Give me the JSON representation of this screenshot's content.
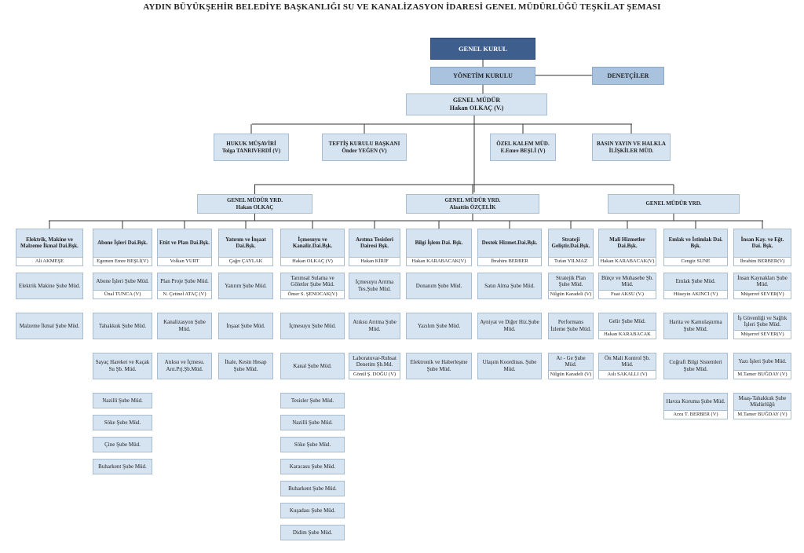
{
  "title": "AYDIN BÜYÜKŞEHİR BELEDİYE BAŞKANLIĞI SU VE KANALİZASYON İDARESİ GENEL MÜDÜRLÜĞÜ TEŞKİLAT ŞEMASI",
  "colors": {
    "dark": "#3e5f8e",
    "mid": "#a9c3df",
    "light": "#d6e3f0",
    "line": "#333333"
  },
  "top": {
    "genel_kurul": "GENEL KURUL",
    "yonetim_kurulu": "YÖNETİM KURULU",
    "denetciler": "DENETÇİLER",
    "genel_mudur": {
      "title": "GENEL MÜDÜR",
      "person": "Hakan OLKAÇ (V.)"
    }
  },
  "advisors": [
    {
      "title": "HUKUK MÜŞAVİRİ",
      "person": "Tolga TANRIVERDİ (V)"
    },
    {
      "title": "TEFTİŞ KURULU BAŞKANI",
      "person": "Önder YEĞEN (V)"
    },
    {
      "title": "ÖZEL KALEM MÜD.",
      "person": "E.Emre BEŞLİ (V)"
    },
    {
      "title": "BASIN YAYIN VE HALKLA İLİŞKİLER MÜD.",
      "person": ""
    }
  ],
  "deputies": [
    {
      "title": "GENEL MÜDÜR YRD.",
      "person": "Hakan OLKAÇ"
    },
    {
      "title": "GENEL MÜDÜR YRD.",
      "person": "Alaattin ÖZÇELİK"
    },
    {
      "title": "GENEL MÜDÜR YRD.",
      "person": ""
    }
  ],
  "departments": [
    {
      "title": "Elektrik, Makine ve Malzeme İkmal Dai.Bşk.",
      "person": "Ali AKMEŞE",
      "units": [
        {
          "title": "Elektrik Makine Şube Müd.",
          "person": ""
        },
        {
          "title": "Malzeme İkmal Şube Müd.",
          "person": ""
        }
      ]
    },
    {
      "title": "Abone İşleri Dai.Bşk.",
      "person": "Egemen Emre BEŞLİ(V)",
      "units": [
        {
          "title": "Abone İşleri Şube Müd.",
          "person": "Ünal TUNCA (V)"
        },
        {
          "title": "Tahakkuk Şube Müd.",
          "person": ""
        },
        {
          "title": "Sayaç Hareket ve Kaçak Su Şb. Müd.",
          "person": ""
        },
        {
          "title": "Nazilli Şube Müd.",
          "person": ""
        },
        {
          "title": "Söke Şube Müd.",
          "person": ""
        },
        {
          "title": "Çine Şube Müd.",
          "person": ""
        },
        {
          "title": "Buharkent Şube Müd.",
          "person": ""
        }
      ]
    },
    {
      "title": "Etüt ve Plan Dai.Bşk.",
      "person": "Volkan YURT",
      "units": [
        {
          "title": "Plan Proje Şube Müd.",
          "person": "N. Çetinel ATAÇ (V)"
        },
        {
          "title": "Kanalizasyon Şube Müd.",
          "person": ""
        },
        {
          "title": "Atıksu ve İçmesu. Arıt.Prj.Şb.Müd.",
          "person": ""
        }
      ]
    },
    {
      "title": "Yatırım ve İnşaat Dai.Bşk.",
      "person": "Çağrı ÇAYLAK",
      "units": [
        {
          "title": "Yatırım Şube Müd.",
          "person": ""
        },
        {
          "title": "İnşaat Şube Müd.",
          "person": ""
        },
        {
          "title": "İhale, Kesin Hesap Şube Müd.",
          "person": ""
        }
      ]
    },
    {
      "title": "İçmesuyu ve Kanaliz.Dai.Bşk.",
      "person": "Hakan OLKAÇ (V)",
      "units": [
        {
          "title": "Tarımsal Sulama ve Göletler Şube Müd.",
          "person": "Ömer S. ŞENOCAK(V)"
        },
        {
          "title": "İçmesuyu Şube Müd.",
          "person": ""
        },
        {
          "title": "Kanal Şube Müd.",
          "person": ""
        },
        {
          "title": "Tesisler Şube Müd.",
          "person": ""
        },
        {
          "title": "Nazilli Şube Müd.",
          "person": ""
        },
        {
          "title": "Söke Şube Müd.",
          "person": ""
        },
        {
          "title": "Karacasu Şube Müd.",
          "person": ""
        },
        {
          "title": "Buharkent Şube Müd.",
          "person": ""
        },
        {
          "title": "Kuşadası Şube Müd.",
          "person": ""
        },
        {
          "title": "Didim Şube Müd.",
          "person": ""
        }
      ]
    },
    {
      "title": "Arıtma Tesisleri Dairesi Bşk.",
      "person": "Hakan KİRİF",
      "units": [
        {
          "title": "İçmesuyu Arıtma Tes.Şube Müd.",
          "person": ""
        },
        {
          "title": "Atıksu Arıtma Şube Müd.",
          "person": ""
        },
        {
          "title": "Laboratuvar-Ruhsat Denetim Şb.Md.",
          "person": "Gönül Ş. DOĞU (V)"
        }
      ]
    },
    {
      "title": "Bilgi İşlem Dai. Bşk.",
      "person": "Hakan KARABACAK(V)",
      "units": [
        {
          "title": "Donanım Şube Müd.",
          "person": ""
        },
        {
          "title": "Yazılım Şube Müd.",
          "person": ""
        },
        {
          "title": "Elektronik ve Haberleşme Şube Müd.",
          "person": ""
        }
      ]
    },
    {
      "title": "Destek Hizmet.Dai.Bşk.",
      "person": "İbrahim BERBER",
      "units": [
        {
          "title": "Satın Alma Şube Müd.",
          "person": ""
        },
        {
          "title": "Ayniyat ve Diğer Hiz.Şube Müd.",
          "person": ""
        },
        {
          "title": "Ulaşım Koordinas. Şube Müd.",
          "person": ""
        }
      ]
    },
    {
      "title": "Strateji Geliştir.Dai.Bşk.",
      "person": "Tufan YILMAZ",
      "units": [
        {
          "title": "Stratejik Plan Şube Müd.",
          "person": "Nilgün Karadeli (V)"
        },
        {
          "title": "Performans İzleme Şube Müd.",
          "person": ""
        },
        {
          "title": "Ar - Ge Şube Müd.",
          "person": "Nilgün Karadeli (V)"
        }
      ]
    },
    {
      "title": "Mali Hizmetler Dai.Bşk.",
      "person": "Hakan KARABACAK(V)",
      "units": [
        {
          "title": "Bütçe ve Muhasebe Şb. Müd.",
          "person": "Fuat AKSU (V.)"
        },
        {
          "title": "Gelir Şube Müd.",
          "person": "Hakan KARABACAK"
        },
        {
          "title": "Ön Mali Kontrol Şb. Müd.",
          "person": "Aslı SAKALLI (V)"
        }
      ]
    },
    {
      "title": "Emlak ve İstimlak Dai. Bşk.",
      "person": "Cengiz SUNE",
      "units": [
        {
          "title": "Emlak Şube Müd.",
          "person": "Hüseyin AKINCI (V)"
        },
        {
          "title": "Harita ve Kamulaştırma Şube Müd.",
          "person": ""
        },
        {
          "title": "Coğrafi Bilgi Sistemleri Şube Müd.",
          "person": ""
        },
        {
          "title": "Havza Koruma Şube Müd.",
          "person": "Arzu T. BERBER (V)"
        }
      ]
    },
    {
      "title": "İnsan Kay. ve Eğt. Dai. Bşk.",
      "person": "İbrahim BERBER(V)",
      "units": [
        {
          "title": "İnsan Kaynakları Şube Müd.",
          "person": "Müşerref SEVER(V)"
        },
        {
          "title": "İş Güvenliği ve Sağlık İşleri Şube Müd.",
          "person": "Müşerref SEVER(V)"
        },
        {
          "title": "Yazı İşleri Şube Müd.",
          "person": "M.Tamer BUĞDAY (V)"
        },
        {
          "title": "Maaş-Tahakkuk Şube Müdürlüğü",
          "person": "M.Tamer BUĞDAY (V)"
        }
      ]
    }
  ]
}
